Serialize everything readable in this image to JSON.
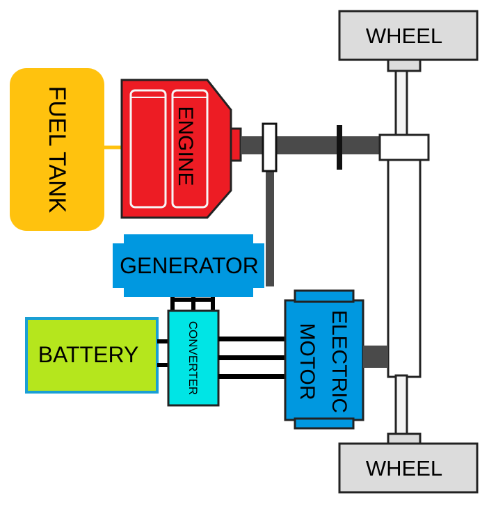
{
  "components": {
    "wheel_top": "WHEEL",
    "wheel_bottom": "WHEEL",
    "fuel_tank": "FUEL TANK",
    "engine": "ENGINE",
    "generator": "GENERATOR",
    "battery": "BATTERY",
    "converter": "CONVERTER",
    "motor_line1": "ELECTRIC",
    "motor_line2": "MOTOR"
  },
  "colors": {
    "fuel_tank": "#ffc20e",
    "engine": "#ed1c24",
    "generator": "#0098e0",
    "battery": "#b5e61d",
    "converter": "#00e5e5",
    "motor": "#0098e0",
    "wheel": "#dcdcdc",
    "shaft": "#4a4a4a"
  }
}
